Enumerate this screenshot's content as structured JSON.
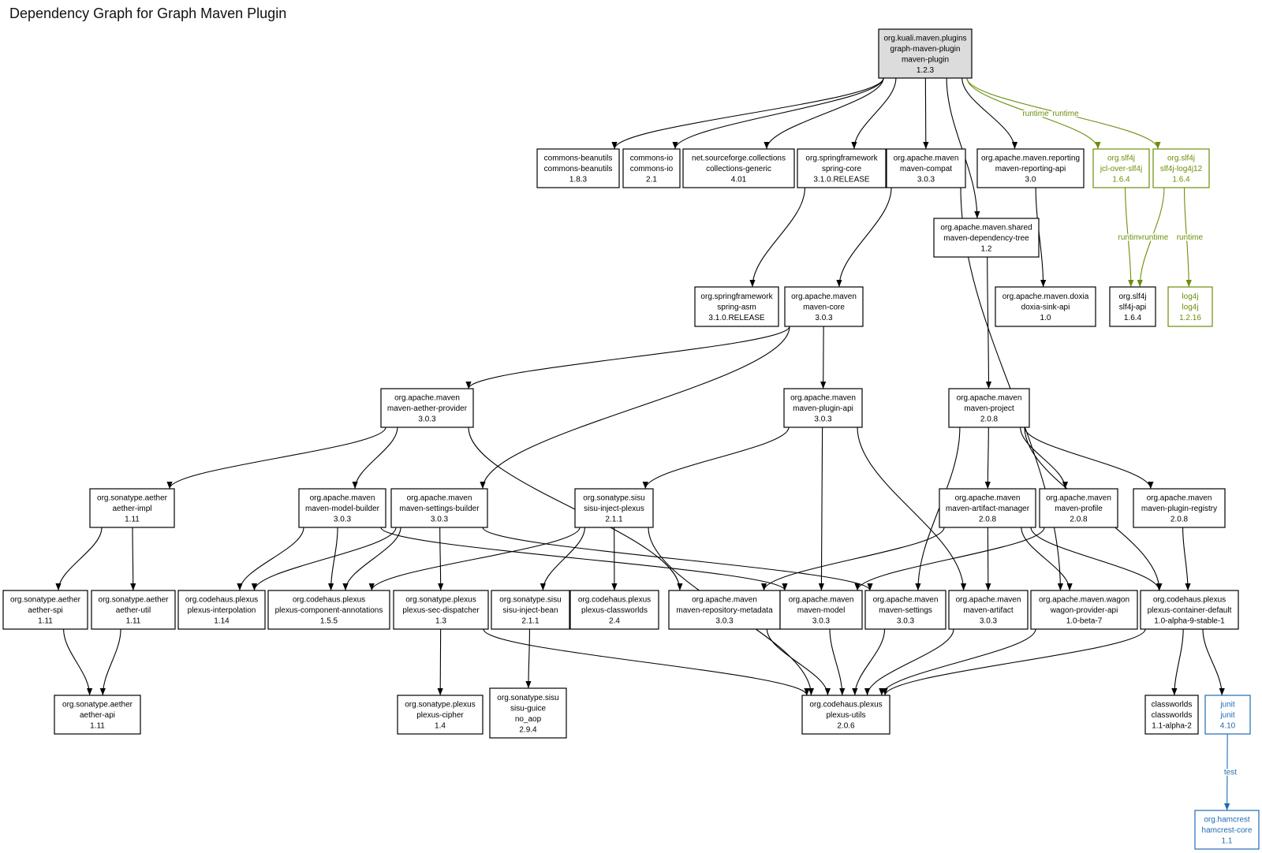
{
  "title": "Dependency Graph for Graph Maven Plugin",
  "colors": {
    "default": "#000000",
    "runtime": "#6b8e0a",
    "test": "#1f6bb5",
    "root_fill": "#dcdcdc"
  },
  "nodes": [
    {
      "id": "root",
      "lines": [
        "org.kuali.maven.plugins",
        "graph-maven-plugin",
        "maven-plugin",
        "1.2.3"
      ],
      "scope": "root"
    },
    {
      "id": "beanutils",
      "lines": [
        "commons-beanutils",
        "commons-beanutils",
        "1.8.3"
      ]
    },
    {
      "id": "commons-io",
      "lines": [
        "commons-io",
        "commons-io",
        "2.1"
      ]
    },
    {
      "id": "collections",
      "lines": [
        "net.sourceforge.collections",
        "collections-generic",
        "4.01"
      ]
    },
    {
      "id": "spring-core",
      "lines": [
        "org.springframework",
        "spring-core",
        "3.1.0.RELEASE"
      ]
    },
    {
      "id": "maven-compat",
      "lines": [
        "org.apache.maven",
        "maven-compat",
        "3.0.3"
      ]
    },
    {
      "id": "reporting-api",
      "lines": [
        "org.apache.maven.reporting",
        "maven-reporting-api",
        "3.0"
      ]
    },
    {
      "id": "jcl-over-slf4j",
      "lines": [
        "org.slf4j",
        "jcl-over-slf4j",
        "1.6.4"
      ],
      "scope": "runtime"
    },
    {
      "id": "slf4j-log4j12",
      "lines": [
        "org.slf4j",
        "slf4j-log4j12",
        "1.6.4"
      ],
      "scope": "runtime"
    },
    {
      "id": "dependency-tree",
      "lines": [
        "org.apache.maven.shared",
        "maven-dependency-tree",
        "1.2"
      ]
    },
    {
      "id": "spring-asm",
      "lines": [
        "org.springframework",
        "spring-asm",
        "3.1.0.RELEASE"
      ]
    },
    {
      "id": "maven-core",
      "lines": [
        "org.apache.maven",
        "maven-core",
        "3.0.3"
      ]
    },
    {
      "id": "doxia-sink",
      "lines": [
        "org.apache.maven.doxia",
        "doxia-sink-api",
        "1.0"
      ]
    },
    {
      "id": "slf4j-api",
      "lines": [
        "org.slf4j",
        "slf4j-api",
        "1.6.4"
      ]
    },
    {
      "id": "log4j",
      "lines": [
        "log4j",
        "log4j",
        "1.2.16"
      ],
      "scope": "runtime"
    },
    {
      "id": "aether-provider",
      "lines": [
        "org.apache.maven",
        "maven-aether-provider",
        "3.0.3"
      ]
    },
    {
      "id": "plugin-api",
      "lines": [
        "org.apache.maven",
        "maven-plugin-api",
        "3.0.3"
      ]
    },
    {
      "id": "maven-project",
      "lines": [
        "org.apache.maven",
        "maven-project",
        "2.0.8"
      ]
    },
    {
      "id": "aether-impl",
      "lines": [
        "org.sonatype.aether",
        "aether-impl",
        "1.11"
      ]
    },
    {
      "id": "model-builder",
      "lines": [
        "org.apache.maven",
        "maven-model-builder",
        "3.0.3"
      ]
    },
    {
      "id": "settings-builder",
      "lines": [
        "org.apache.maven",
        "maven-settings-builder",
        "3.0.3"
      ]
    },
    {
      "id": "sisu-inject-plexus",
      "lines": [
        "org.sonatype.sisu",
        "sisu-inject-plexus",
        "2.1.1"
      ]
    },
    {
      "id": "artifact-manager",
      "lines": [
        "org.apache.maven",
        "maven-artifact-manager",
        "2.0.8"
      ]
    },
    {
      "id": "maven-profile",
      "lines": [
        "org.apache.maven",
        "maven-profile",
        "2.0.8"
      ]
    },
    {
      "id": "plugin-registry",
      "lines": [
        "org.apache.maven",
        "maven-plugin-registry",
        "2.0.8"
      ]
    },
    {
      "id": "aether-spi",
      "lines": [
        "org.sonatype.aether",
        "aether-spi",
        "1.11"
      ]
    },
    {
      "id": "aether-util",
      "lines": [
        "org.sonatype.aether",
        "aether-util",
        "1.11"
      ]
    },
    {
      "id": "plexus-interpolation",
      "lines": [
        "org.codehaus.plexus",
        "plexus-interpolation",
        "1.14"
      ]
    },
    {
      "id": "component-annotations",
      "lines": [
        "org.codehaus.plexus",
        "plexus-component-annotations",
        "1.5.5"
      ]
    },
    {
      "id": "sec-dispatcher",
      "lines": [
        "org.sonatype.plexus",
        "plexus-sec-dispatcher",
        "1.3"
      ]
    },
    {
      "id": "sisu-inject-bean",
      "lines": [
        "org.sonatype.sisu",
        "sisu-inject-bean",
        "2.1.1"
      ]
    },
    {
      "id": "plexus-classworlds",
      "lines": [
        "org.codehaus.plexus",
        "plexus-classworlds",
        "2.4"
      ]
    },
    {
      "id": "repository-metadata",
      "lines": [
        "org.apache.maven",
        "maven-repository-metadata",
        "3.0.3"
      ]
    },
    {
      "id": "maven-model",
      "lines": [
        "org.apache.maven",
        "maven-model",
        "3.0.3"
      ]
    },
    {
      "id": "maven-settings",
      "lines": [
        "org.apache.maven",
        "maven-settings",
        "3.0.3"
      ]
    },
    {
      "id": "maven-artifact",
      "lines": [
        "org.apache.maven",
        "maven-artifact",
        "3.0.3"
      ]
    },
    {
      "id": "wagon-provider",
      "lines": [
        "org.apache.maven.wagon",
        "wagon-provider-api",
        "1.0-beta-7"
      ]
    },
    {
      "id": "container-default",
      "lines": [
        "org.codehaus.plexus",
        "plexus-container-default",
        "1.0-alpha-9-stable-1"
      ]
    },
    {
      "id": "aether-api",
      "lines": [
        "org.sonatype.aether",
        "aether-api",
        "1.11"
      ]
    },
    {
      "id": "plexus-cipher",
      "lines": [
        "org.sonatype.plexus",
        "plexus-cipher",
        "1.4"
      ]
    },
    {
      "id": "sisu-guice",
      "lines": [
        "org.sonatype.sisu",
        "sisu-guice",
        "no_aop",
        "2.9.4"
      ]
    },
    {
      "id": "plexus-utils",
      "lines": [
        "org.codehaus.plexus",
        "plexus-utils",
        "2.0.6"
      ]
    },
    {
      "id": "classworlds",
      "lines": [
        "classworlds",
        "classworlds",
        "1.1-alpha-2"
      ]
    },
    {
      "id": "junit",
      "lines": [
        "junit",
        "junit",
        "4.10"
      ],
      "scope": "test"
    },
    {
      "id": "hamcrest",
      "lines": [
        "org.hamcrest",
        "hamcrest-core",
        "1.1"
      ],
      "scope": "test"
    }
  ],
  "edges": [
    {
      "from": "root",
      "to": "beanutils"
    },
    {
      "from": "root",
      "to": "commons-io"
    },
    {
      "from": "root",
      "to": "collections"
    },
    {
      "from": "root",
      "to": "spring-core"
    },
    {
      "from": "root",
      "to": "maven-compat"
    },
    {
      "from": "root",
      "to": "reporting-api"
    },
    {
      "from": "root",
      "to": "dependency-tree"
    },
    {
      "from": "root",
      "to": "jcl-over-slf4j",
      "scope": "runtime",
      "label": "runtime"
    },
    {
      "from": "root",
      "to": "slf4j-log4j12",
      "scope": "runtime",
      "label": "runtime"
    },
    {
      "from": "jcl-over-slf4j",
      "to": "slf4j-api",
      "scope": "runtime",
      "label": "runtime"
    },
    {
      "from": "slf4j-log4j12",
      "to": "slf4j-api",
      "scope": "runtime",
      "label": "runtime"
    },
    {
      "from": "slf4j-log4j12",
      "to": "log4j",
      "scope": "runtime",
      "label": "runtime"
    },
    {
      "from": "spring-core",
      "to": "spring-asm"
    },
    {
      "from": "maven-compat",
      "to": "maven-core"
    },
    {
      "from": "maven-compat",
      "to": "wagon-provider"
    },
    {
      "from": "reporting-api",
      "to": "doxia-sink"
    },
    {
      "from": "dependency-tree",
      "to": "maven-project"
    },
    {
      "from": "maven-core",
      "to": "aether-provider"
    },
    {
      "from": "maven-core",
      "to": "plugin-api"
    },
    {
      "from": "maven-core",
      "to": "settings-builder"
    },
    {
      "from": "aether-provider",
      "to": "aether-impl"
    },
    {
      "from": "aether-provider",
      "to": "model-builder"
    },
    {
      "from": "aether-provider",
      "to": "repository-metadata"
    },
    {
      "from": "plugin-api",
      "to": "sisu-inject-plexus"
    },
    {
      "from": "plugin-api",
      "to": "maven-model"
    },
    {
      "from": "plugin-api",
      "to": "maven-artifact"
    },
    {
      "from": "maven-project",
      "to": "artifact-manager"
    },
    {
      "from": "maven-project",
      "to": "maven-profile"
    },
    {
      "from": "maven-project",
      "to": "plugin-registry"
    },
    {
      "from": "maven-project",
      "to": "maven-settings"
    },
    {
      "from": "maven-project",
      "to": "container-default"
    },
    {
      "from": "aether-impl",
      "to": "aether-spi"
    },
    {
      "from": "aether-impl",
      "to": "aether-util"
    },
    {
      "from": "aether-spi",
      "to": "aether-api"
    },
    {
      "from": "aether-util",
      "to": "aether-api"
    },
    {
      "from": "model-builder",
      "to": "plexus-interpolation"
    },
    {
      "from": "model-builder",
      "to": "component-annotations"
    },
    {
      "from": "model-builder",
      "to": "maven-model"
    },
    {
      "from": "settings-builder",
      "to": "plexus-interpolation"
    },
    {
      "from": "settings-builder",
      "to": "component-annotations"
    },
    {
      "from": "settings-builder",
      "to": "sec-dispatcher"
    },
    {
      "from": "settings-builder",
      "to": "maven-settings"
    },
    {
      "from": "sisu-inject-plexus",
      "to": "component-annotations"
    },
    {
      "from": "sisu-inject-plexus",
      "to": "sisu-inject-bean"
    },
    {
      "from": "sisu-inject-plexus",
      "to": "plexus-classworlds"
    },
    {
      "from": "sisu-inject-plexus",
      "to": "plexus-utils"
    },
    {
      "from": "artifact-manager",
      "to": "repository-metadata"
    },
    {
      "from": "artifact-manager",
      "to": "maven-artifact"
    },
    {
      "from": "artifact-manager",
      "to": "wagon-provider"
    },
    {
      "from": "artifact-manager",
      "to": "container-default"
    },
    {
      "from": "maven-profile",
      "to": "maven-model"
    },
    {
      "from": "plugin-registry",
      "to": "container-default"
    },
    {
      "from": "sec-dispatcher",
      "to": "plexus-cipher"
    },
    {
      "from": "sec-dispatcher",
      "to": "plexus-utils"
    },
    {
      "from": "sisu-inject-bean",
      "to": "sisu-guice"
    },
    {
      "from": "repository-metadata",
      "to": "plexus-utils"
    },
    {
      "from": "maven-model",
      "to": "plexus-utils"
    },
    {
      "from": "maven-settings",
      "to": "plexus-utils"
    },
    {
      "from": "maven-artifact",
      "to": "plexus-utils"
    },
    {
      "from": "wagon-provider",
      "to": "plexus-utils"
    },
    {
      "from": "container-default",
      "to": "plexus-utils"
    },
    {
      "from": "container-default",
      "to": "classworlds"
    },
    {
      "from": "container-default",
      "to": "junit"
    },
    {
      "from": "junit",
      "to": "hamcrest",
      "scope": "test",
      "label": "test"
    }
  ]
}
